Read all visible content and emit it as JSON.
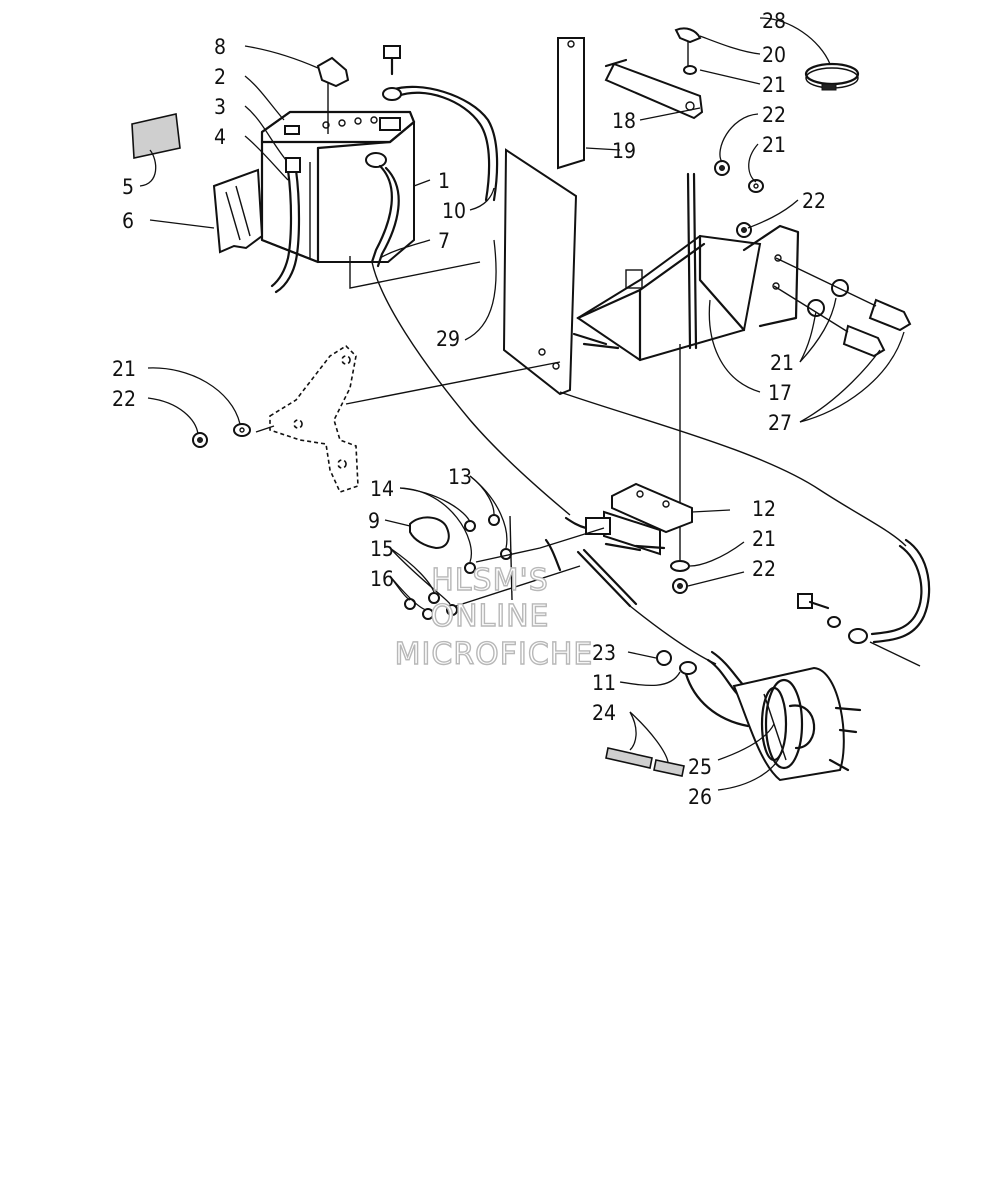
{
  "diagram": {
    "watermark": [
      "HLSM'S",
      "ONLINE",
      "MICROFICHE"
    ],
    "callouts": {
      "c1": "1",
      "c2": "2",
      "c3": "3",
      "c4": "4",
      "c5": "5",
      "c6": "6",
      "c7": "7",
      "c8": "8",
      "c9": "9",
      "c10": "10",
      "c11": "11",
      "c12": "12",
      "c13": "13",
      "c14": "14",
      "c15": "15",
      "c16": "16",
      "c17": "17",
      "c18": "18",
      "c19": "19",
      "c20": "20",
      "c21a": "21",
      "c21b": "21",
      "c21c": "21",
      "c21d": "21",
      "c21e": "21",
      "c22a": "22",
      "c22b": "22",
      "c22c": "22",
      "c22d": "22",
      "c23": "23",
      "c24": "24",
      "c25": "25",
      "c26": "26",
      "c27": "27",
      "c28": "28",
      "c29": "29"
    }
  }
}
